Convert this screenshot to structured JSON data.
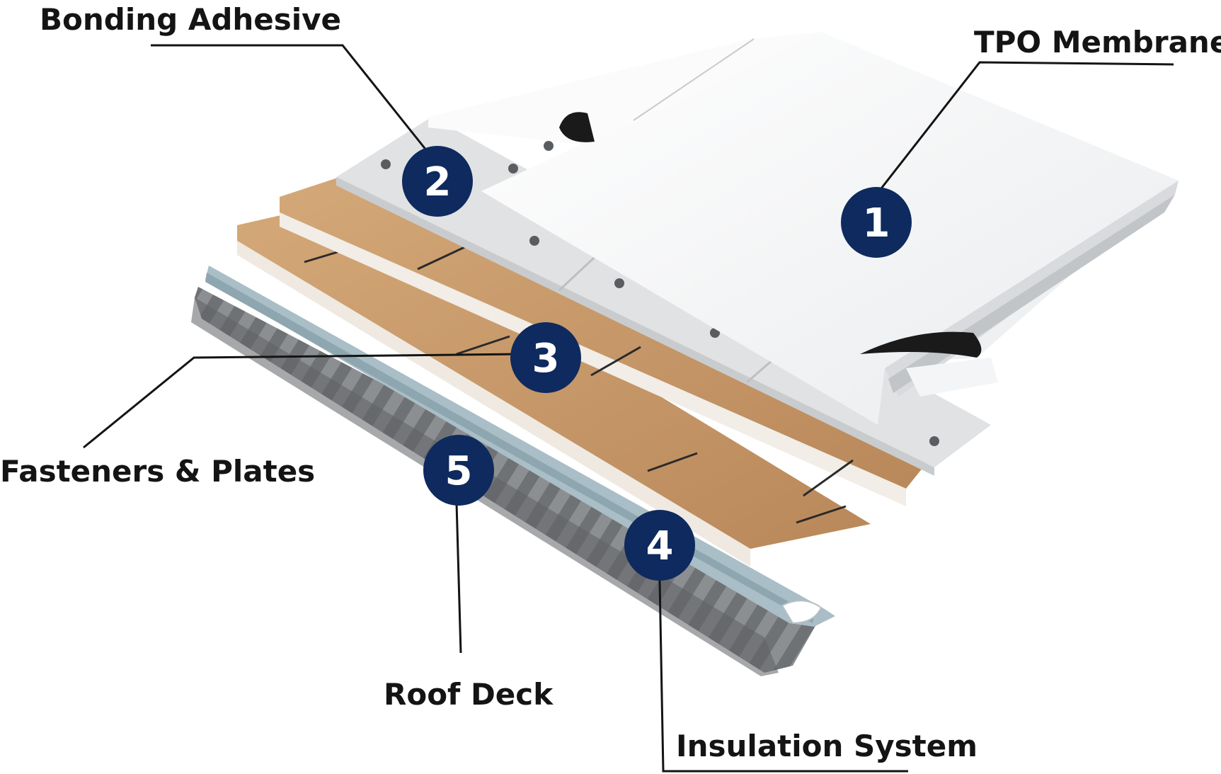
{
  "title": "TPO roofing system layers",
  "layers": [
    {
      "number": "1",
      "label": "TPO Membrane"
    },
    {
      "number": "2",
      "label": "Bonding Adhesive"
    },
    {
      "number": "3",
      "label": "Fasteners & Plates"
    },
    {
      "number": "4",
      "label": "Insulation System"
    },
    {
      "number": "5",
      "label": "Roof Deck"
    }
  ],
  "colors": {
    "marker": "#0e2a5e",
    "membrane": "#f4f5f6",
    "adhesive_sheet": "#e2e4e6",
    "insulation": "#c99b6a",
    "insulation_edge": "#f0ebe4",
    "vapor_layer": "#a9bec6",
    "deck": "#8a8d90"
  }
}
